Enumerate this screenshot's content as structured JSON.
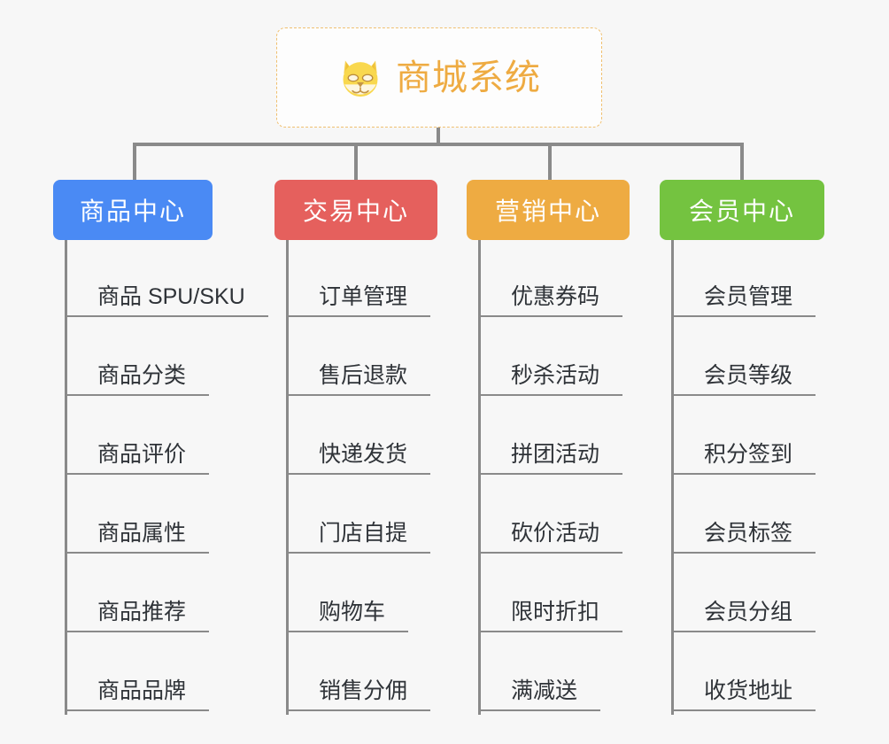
{
  "background_color": "#f7f7f7",
  "root": {
    "icon": "shiba-inu-dog-face-emoji",
    "title": "商城系统",
    "text_color": "#eeab42",
    "border_color": "#f0c070"
  },
  "connector_color": "#8a8a8a",
  "branches": [
    {
      "id": "product-center",
      "label": "商品中心",
      "color": "#4a8af4",
      "items": [
        {
          "label": "商品 SPU/SKU"
        },
        {
          "label": "商品分类"
        },
        {
          "label": "商品评价"
        },
        {
          "label": "商品属性"
        },
        {
          "label": "商品推荐"
        },
        {
          "label": "商品品牌"
        }
      ]
    },
    {
      "id": "trade-center",
      "label": "交易中心",
      "color": "#e5605d",
      "items": [
        {
          "label": "订单管理"
        },
        {
          "label": "售后退款"
        },
        {
          "label": "快递发货"
        },
        {
          "label": "门店自提"
        },
        {
          "label": "购物车"
        },
        {
          "label": "销售分佣"
        }
      ]
    },
    {
      "id": "marketing-center",
      "label": "营销中心",
      "color": "#eeab42",
      "items": [
        {
          "label": "优惠券码"
        },
        {
          "label": "秒杀活动"
        },
        {
          "label": "拼团活动"
        },
        {
          "label": "砍价活动"
        },
        {
          "label": "限时折扣"
        },
        {
          "label": "满减送"
        }
      ]
    },
    {
      "id": "member-center",
      "label": "会员中心",
      "color": "#74c340",
      "items": [
        {
          "label": "会员管理"
        },
        {
          "label": "会员等级"
        },
        {
          "label": "积分签到"
        },
        {
          "label": "会员标签"
        },
        {
          "label": "会员分组"
        },
        {
          "label": "收货地址"
        }
      ]
    }
  ]
}
